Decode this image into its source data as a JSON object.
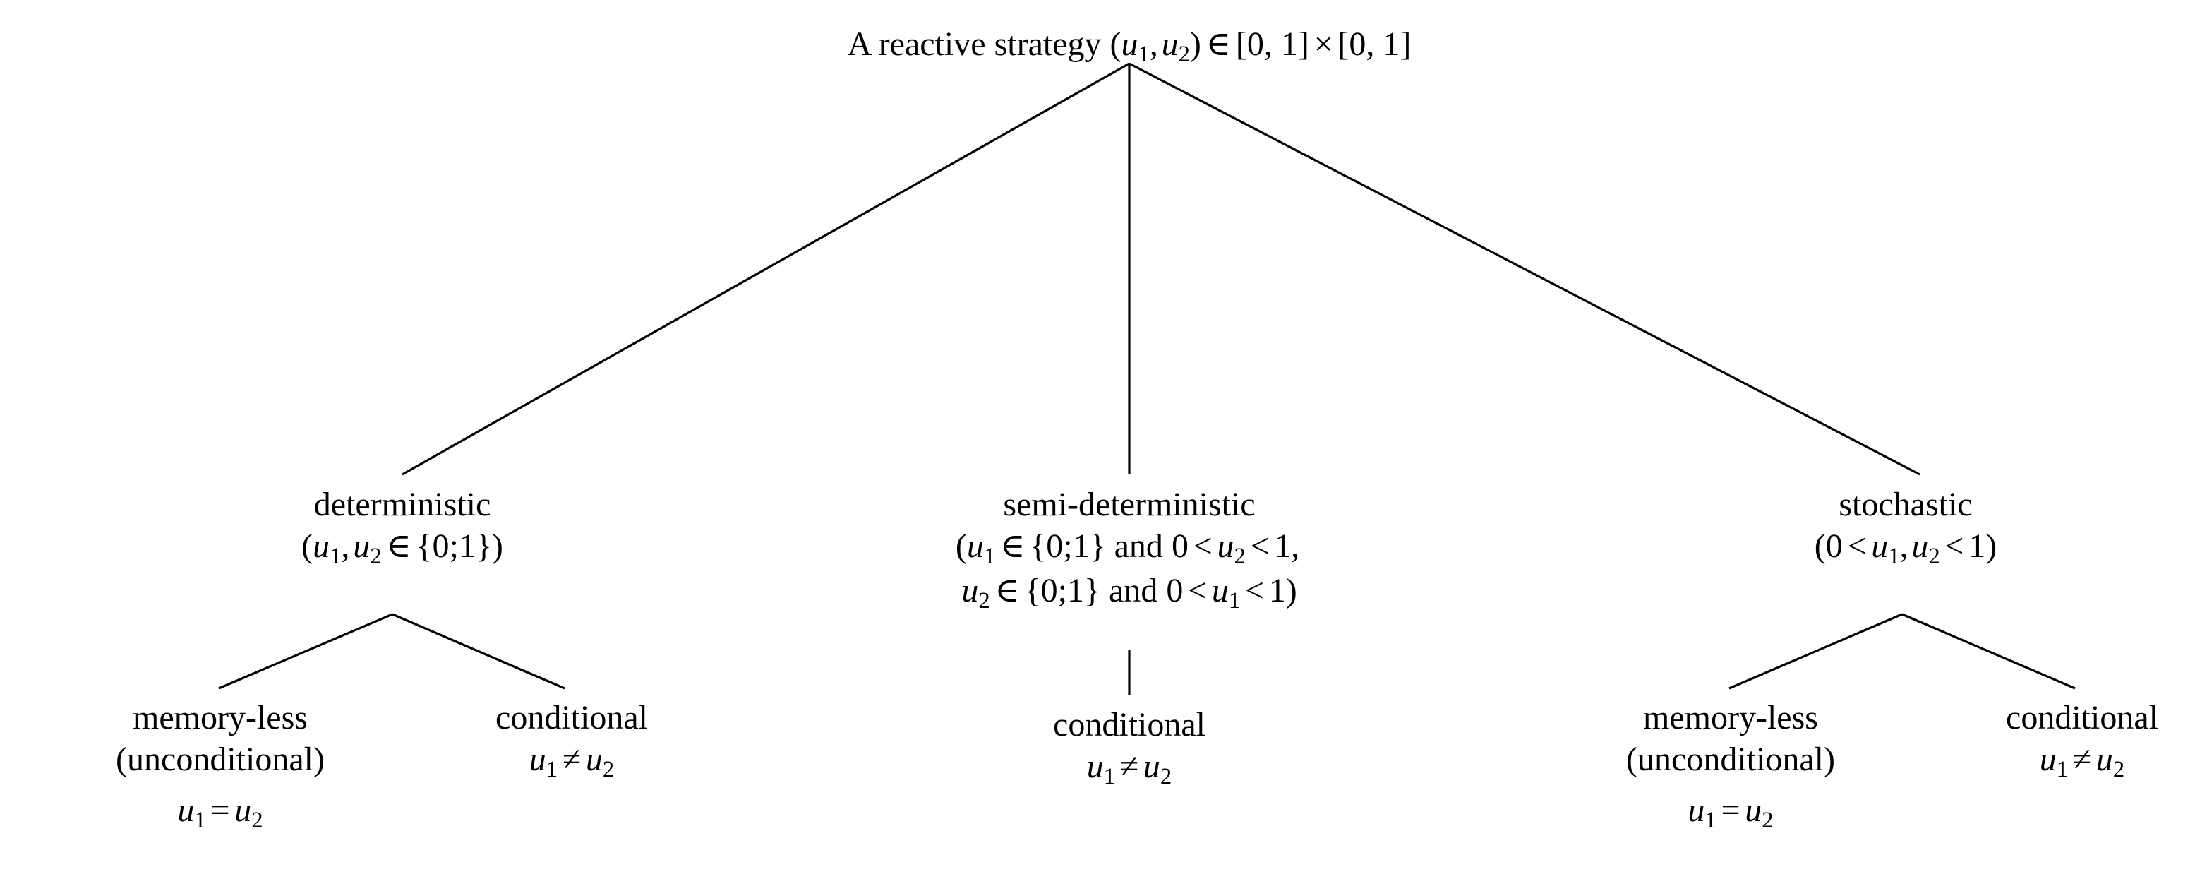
{
  "diagram": {
    "title_plain": "A reactive strategy (u1, u2) in [0,1] x [0,1]",
    "background_color": "#ffffff",
    "line_color": "#000000",
    "text_color": "#000000"
  },
  "root": {
    "id": "root",
    "label_prefix": "A reactive strategy ",
    "var1": "u",
    "sub1": "1",
    "comma": ",",
    "var2": "u",
    "sub2": "2",
    "open_paren": "(",
    "close_paren": ")",
    "member_op": "∈",
    "interval1": "[0, 1]",
    "times_op": "×",
    "interval2": "[0, 1]"
  },
  "level1": [
    {
      "id": "deterministic",
      "name": "deterministic",
      "cond_lines": [
        {
          "parts": [
            {
              "t": "paren",
              "v": "("
            },
            {
              "t": "var",
              "v": "u",
              "sub": "1"
            },
            {
              "t": "comma",
              "v": ","
            },
            {
              "t": "var",
              "v": "u",
              "sub": "2"
            },
            {
              "t": "op",
              "v": "∈"
            },
            {
              "t": "set",
              "v": "{0; 1}"
            },
            {
              "t": "paren",
              "v": ")"
            }
          ],
          "plain": "(u1, u2 ∈ {0;1})"
        }
      ]
    },
    {
      "id": "semi-deterministic",
      "name": "semi-deterministic",
      "cond_lines": [
        {
          "plain": "(u1 ∈ {0;1} and 0 < u2 < 1,"
        },
        {
          "plain": "u2 ∈ {0;1} and 0 < u1 < 1)"
        }
      ]
    },
    {
      "id": "stochastic",
      "name": "stochastic",
      "cond_lines": [
        {
          "plain": "(0 < u1, u2 < 1)"
        }
      ]
    }
  ],
  "level2": [
    {
      "id": "det-memoryless",
      "parent": "deterministic",
      "line1": "memory-less",
      "line2": "(unconditional)",
      "line3_plain": "u1 = u2",
      "relation": "="
    },
    {
      "id": "det-conditional",
      "parent": "deterministic",
      "line1": "conditional",
      "line2_plain": "u1 ≠ u2",
      "relation": "≠"
    },
    {
      "id": "semi-conditional",
      "parent": "semi-deterministic",
      "line1": "conditional",
      "line2_plain": "u1 ≠ u2",
      "relation": "≠"
    },
    {
      "id": "stoch-memoryless",
      "parent": "stochastic",
      "line1": "memory-less",
      "line2": "(unconditional)",
      "line3_plain": "u1 = u2",
      "relation": "="
    },
    {
      "id": "stoch-conditional",
      "parent": "stochastic",
      "line1": "conditional",
      "line2_plain": "u1 ≠ u2",
      "relation": "≠"
    }
  ],
  "symbols": {
    "element_of": "∈",
    "times": "×",
    "not_equal": "≠",
    "equal": "=",
    "less_than": "<",
    "open_brace": "{",
    "close_brace": "}",
    "semicolon": ";",
    "and_word": "and",
    "zero": "0",
    "one": "1",
    "u": "u"
  }
}
